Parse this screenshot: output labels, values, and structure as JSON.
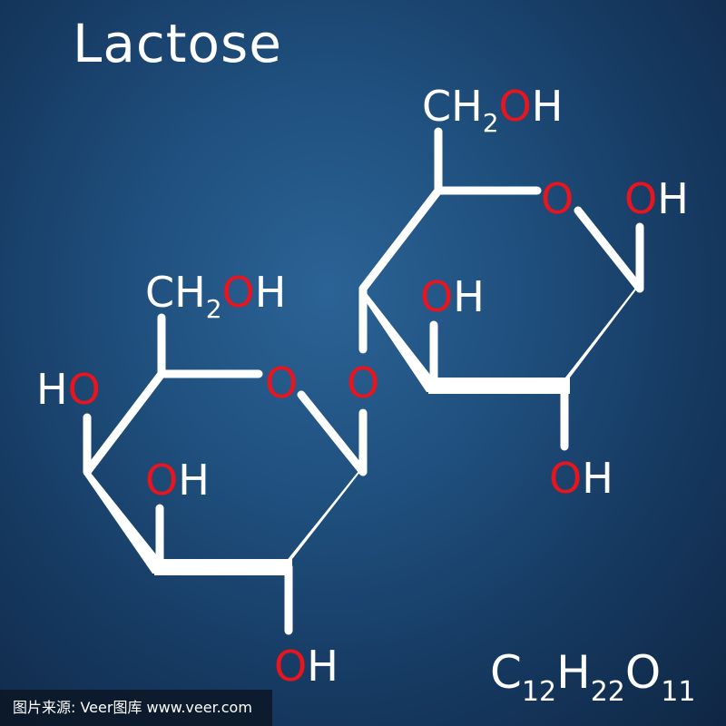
{
  "title": "Lactose",
  "colors": {
    "background_center": "#2b6396",
    "background_edge": "#0f2643",
    "bond": "#ffffff",
    "oxygen": "#e8141e",
    "carbon_hydrogen_text": "#ffffff"
  },
  "molecule": {
    "name": "Lactose",
    "formula": {
      "C": "C",
      "C_count": "12",
      "H": "H",
      "H_count": "22",
      "O": "O",
      "O_count": "11"
    },
    "labels": {
      "right_ring_ch2oh": {
        "pre": "CH",
        "sub": "2",
        "o": "O",
        "post": "H"
      },
      "right_ring_o": {
        "o": "O"
      },
      "right_ring_oh_top": {
        "o": "O",
        "post": "H"
      },
      "right_ring_oh_mid": {
        "o": "O",
        "post": "H"
      },
      "right_ring_oh_bottom": {
        "o": "O",
        "post": "H"
      },
      "glycosidic_o": {
        "o": "O"
      },
      "left_ring_ch2oh": {
        "pre": "CH",
        "sub": "2",
        "o": "O",
        "post": "H"
      },
      "left_ring_o": {
        "o": "O"
      },
      "left_ring_ho": {
        "pre": "H",
        "o": "O"
      },
      "left_ring_oh_mid": {
        "o": "O",
        "post": "H"
      },
      "left_ring_oh_bottom": {
        "o": "O",
        "post": "H"
      }
    }
  },
  "watermark": "图片来源: Veer图库 www.veer.com"
}
